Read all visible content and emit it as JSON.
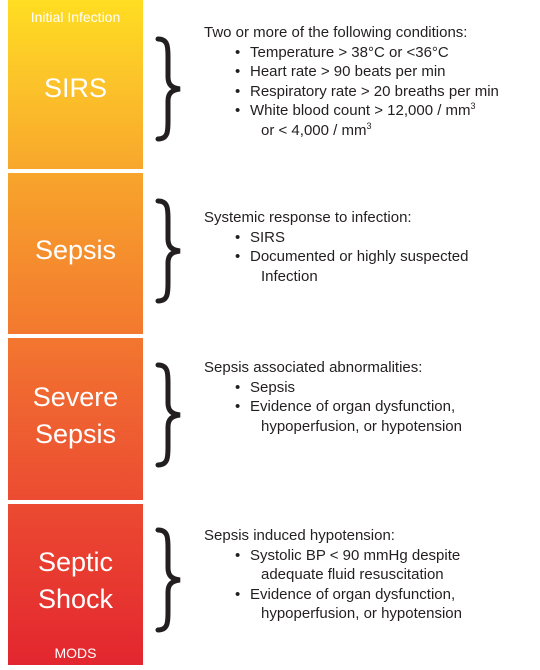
{
  "stages": [
    {
      "label_lines": [
        "SIRS"
      ],
      "heading": "Two or more of the following conditions:",
      "bullets": [
        {
          "text": "Temperature > 38°C or <36°C"
        },
        {
          "text": "Heart rate > 90 beats per min"
        },
        {
          "text": "Respiratory rate > 20 breaths per min"
        },
        {
          "line1": "White blood count > 12,000 / mm",
          "line1_sup": "3",
          "line2": "or < 4,000 / mm",
          "line2_sup": "3"
        }
      ]
    },
    {
      "label_lines": [
        "Sepsis"
      ],
      "heading": "Systemic response to infection:",
      "bullets": [
        {
          "text": "SIRS"
        },
        {
          "line1": "Documented or highly suspected",
          "line2": "Infection"
        }
      ]
    },
    {
      "label_lines": [
        "Severe",
        "Sepsis"
      ],
      "heading": "Sepsis associated abnormalities:",
      "bullets": [
        {
          "text": "Sepsis"
        },
        {
          "line1": "Evidence of organ dysfunction,",
          "line2": "hypoperfusion, or hypotension"
        }
      ]
    },
    {
      "label_lines": [
        "Septic",
        "Shock"
      ],
      "heading": "Sepsis induced hypotension:",
      "bullets": [
        {
          "line1": "Systolic BP < 90 mmHg despite",
          "line2": "adequate fluid resuscitation"
        },
        {
          "line1": "Evidence of organ dysfunction,",
          "line2": "hypoperfusion, or hypotension"
        }
      ]
    }
  ],
  "bar_top_label": "Initial Infection",
  "bar_bottom_label": "MODS",
  "bullet_glyph": "•",
  "colors": {
    "gradient_top": "#ffdd21",
    "gradient_bottom": "#e3262f",
    "label_text": "#ffffff",
    "body_text": "#231f20"
  }
}
